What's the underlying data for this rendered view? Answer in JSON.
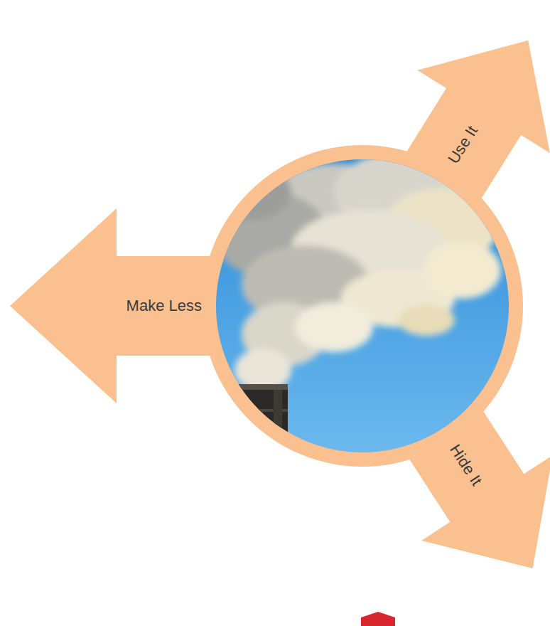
{
  "diagram": {
    "nodes": [
      {
        "text": [
          "Use It"
        ]
      },
      {
        "text": [
          "Make Less"
        ]
      },
      {
        "text": [
          "Hide It"
        ]
      }
    ]
  }
}
